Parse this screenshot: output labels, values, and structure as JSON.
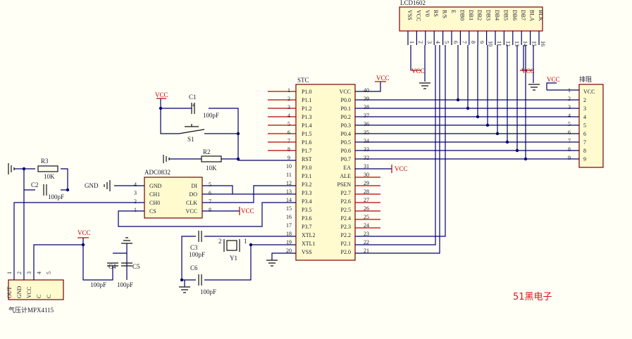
{
  "lcd": {
    "title": "LCD1602",
    "pins": [
      "VSS",
      "VCC",
      "V0",
      "RS",
      "R/S",
      "E",
      "DB0",
      "DB1",
      "DB2",
      "DB3",
      "DB4",
      "DB5",
      "DB6",
      "DB7",
      "BLA",
      "BLK"
    ],
    "nums": [
      "1",
      "2",
      "3",
      "4",
      "5",
      "6",
      "7",
      "8",
      "9",
      "10",
      "11",
      "12",
      "13",
      "14",
      "15",
      "16"
    ]
  },
  "mcu": {
    "title": "STC",
    "left_pins": [
      "P1.0",
      "P1.1",
      "P1.2",
      "P1.3",
      "P1.4",
      "P1.5",
      "P1.6",
      "P1.7",
      "RST",
      "P3.0",
      "P3.1",
      "P3.2",
      "P3.3",
      "P3.4",
      "P3.5",
      "P3.6",
      "P3.7",
      "XTL2",
      "XTL1",
      "VSS"
    ],
    "left_nums": [
      "1",
      "2",
      "3",
      "4",
      "5",
      "6",
      "7",
      "8",
      "9",
      "10",
      "11",
      "12",
      "13",
      "14",
      "15",
      "16",
      "17",
      "18",
      "19",
      "20"
    ],
    "right_pins": [
      "VCC",
      "P0.0",
      "P0.1",
      "P0.2",
      "P0.3",
      "P0.4",
      "P0.5",
      "P0.6",
      "P0.7",
      "EA",
      "ALE",
      "PSEN",
      "P2.7",
      "P2.6",
      "P2.5",
      "P2.4",
      "P2.3",
      "P2.2",
      "P2.1",
      "P2.0"
    ],
    "right_nums": [
      "40",
      "39",
      "38",
      "37",
      "36",
      "35",
      "34",
      "33",
      "32",
      "31",
      "30",
      "29",
      "28",
      "27",
      "26",
      "25",
      "24",
      "23",
      "22",
      "21"
    ]
  },
  "resistor_pack": {
    "title": "排阻",
    "pins": [
      "VCC",
      "2",
      "3",
      "4",
      "5",
      "6",
      "7",
      "8",
      "9"
    ],
    "nums": [
      "1",
      "2",
      "3",
      "4",
      "5",
      "6",
      "7",
      "8",
      "9"
    ]
  },
  "adc": {
    "title": "ADC0832",
    "left_pins": [
      "GND",
      "CH1",
      "CH0",
      "CS"
    ],
    "left_nums": [
      "4",
      "3",
      "2",
      "1"
    ],
    "right_pins": [
      "DI",
      "DO",
      "CLK",
      "VCC"
    ],
    "right_nums": [
      "5",
      "6",
      "7",
      "8"
    ]
  },
  "sensor": {
    "title": "气压计MPX4115",
    "pins": [
      "OUT",
      "GND",
      "VCC",
      "C",
      "C"
    ],
    "nums": [
      "1",
      "2",
      "3",
      "4",
      "5"
    ]
  },
  "components": {
    "c1": "C1",
    "c1_val": "100pF",
    "s1": "S1",
    "r2": "R2",
    "r2_val": "10K",
    "r3": "R3",
    "r3_val": "10K",
    "c2": "C2",
    "c2_val": "100pF",
    "c3": "C3",
    "c3_val": "100pF",
    "c6": "C6",
    "c6_val": "100pF",
    "c4": "C4",
    "c4_val": "100pF",
    "c5": "C5",
    "c5_val": "100pF",
    "y1": "Y1",
    "y1_p1": "1",
    "y1_p2": "2",
    "plus": "+"
  },
  "power": {
    "vcc": "VCC",
    "gnd": "GND"
  },
  "brand": "51黑电子"
}
